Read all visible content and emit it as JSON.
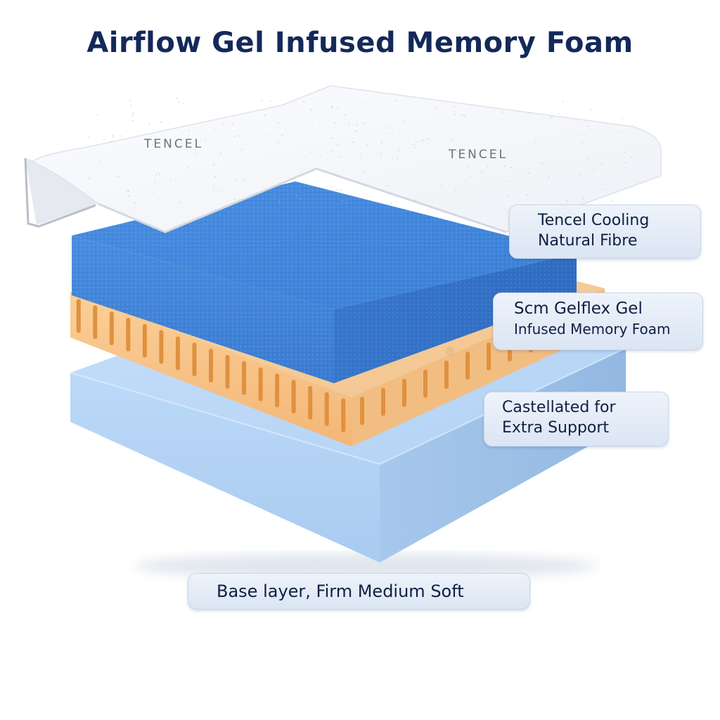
{
  "title": "Airflow Gel Infused Memory Foam",
  "cover_marks": [
    "TENCEL",
    "TENCEL"
  ],
  "layers": [
    {
      "id": "cover",
      "name": "Tencel cover",
      "color": "#f7f8fb"
    },
    {
      "id": "gel-foam",
      "name": "Gel infused memory foam",
      "color": "#3f86dc"
    },
    {
      "id": "castellated",
      "name": "Castellated support layer",
      "color": "#f8c98d"
    },
    {
      "id": "base",
      "name": "Base layer",
      "color": "#b9d7f5"
    }
  ],
  "labels": {
    "tencel": {
      "line1": "Tencel Cooling",
      "line2": "Natural Fibre"
    },
    "gel": {
      "line1": "Scm Gelflex Gel",
      "line2": "Infused Memory Foam"
    },
    "castellated": {
      "line1": "Castellated for",
      "line2": "Extra Support"
    },
    "base": {
      "line1": "Base layer, Firm Medium Soft"
    }
  },
  "colors": {
    "title": "#14285a",
    "label_text": "#0f1f44",
    "label_bg": "#e4ecf7"
  }
}
